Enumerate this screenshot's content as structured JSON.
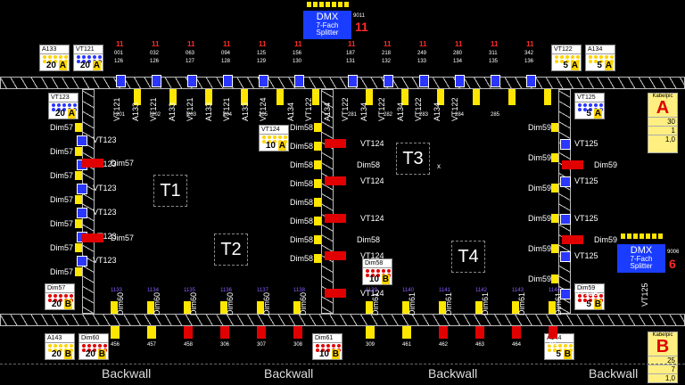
{
  "dmx_top": {
    "title": "DMX",
    "sub1": "7-Fach",
    "sub2": "Splitter",
    "addr": "9011",
    "num": "11"
  },
  "dmx_right": {
    "title": "DMX",
    "sub1": "7-Fach",
    "sub2": "Splitter",
    "addr": "9006",
    "num": "6"
  },
  "zones": [
    "T1",
    "T2",
    "T3",
    "T4"
  ],
  "zone_x_mark": "x",
  "backwall_label": "Backwall",
  "kabelpic_a": {
    "title": "Kabelpic",
    "letter": "A",
    "v1": "30",
    "v2": "1",
    "v3": "1,0"
  },
  "kabelpic_b": {
    "title": "Kabelpic",
    "letter": "B",
    "v1": "25",
    "v2": "7",
    "v3": "1,0"
  },
  "boxes": {
    "a133": {
      "name": "A133",
      "amp": "20",
      "unit": "A"
    },
    "vt121": {
      "name": "VT121",
      "amp": "20",
      "unit": "A"
    },
    "vt122": {
      "name": "VT122",
      "amp": "5",
      "unit": "A"
    },
    "a134": {
      "name": "A134",
      "amp": "5",
      "unit": "A"
    },
    "vt123": {
      "name": "VT123",
      "amp": "20",
      "unit": "A"
    },
    "vt125": {
      "name": "VT125",
      "amp": "5",
      "unit": "A"
    },
    "vt124": {
      "name": "VT124",
      "amp": "10",
      "unit": "A"
    },
    "dim57": {
      "name": "Dim57",
      "amp": "20",
      "unit": "B"
    },
    "dim58": {
      "name": "Dim58",
      "amp": "10",
      "unit": "B"
    },
    "dim59": {
      "name": "Dim59",
      "amp": "5",
      "unit": "B"
    },
    "a143": {
      "name": "A143",
      "amp": "20",
      "unit": "B"
    },
    "dim60": {
      "name": "Dim60",
      "amp": "20",
      "unit": "B"
    },
    "dim61": {
      "name": "Dim61",
      "amp": "10",
      "unit": "B"
    },
    "a144": {
      "name": "A144",
      "amp": "5",
      "unit": "B"
    }
  },
  "top_row": {
    "channels": [
      "001",
      "032",
      "063",
      "094",
      "125",
      "156",
      "187",
      "218",
      "249",
      "280",
      "311",
      "342"
    ],
    "circuits_a": [
      "126",
      "126",
      "127",
      "128",
      "129",
      "130",
      "131",
      "132",
      "133",
      "134",
      "135",
      "136"
    ],
    "circuits_b": [
      "201",
      "202",
      "203",
      "204",
      "205",
      "",
      "281",
      "282",
      "283",
      "284",
      "285",
      ""
    ],
    "vertical_labels": [
      "VT121",
      "A133",
      "VT121",
      "A133",
      "VT121",
      "A133",
      "VT121",
      "A133",
      "VT124",
      "A134",
      "VT122",
      "A134",
      "VT122",
      "A134",
      "VT122",
      "A134",
      "VT122",
      "A134",
      "VT122"
    ]
  },
  "left_col": {
    "dims": [
      "Dim57",
      "Dim57",
      "Dim57",
      "Dim57",
      "Dim57",
      "Dim57",
      "Dim57"
    ],
    "vts": [
      "VT123",
      "VT123",
      "VT123",
      "VT123",
      "VT123",
      "VT123"
    ]
  },
  "mid_col": {
    "dims": [
      "Dim58",
      "Dim58",
      "Dim58",
      "Dim58",
      "Dim58",
      "Dim58",
      "Dim58",
      "Dim58"
    ],
    "vts": [
      "VT124",
      "VT124",
      "VT124",
      "VT124",
      "VT124"
    ]
  },
  "right_col": {
    "dims": [
      "Dim59",
      "Dim59",
      "Dim59",
      "Dim59",
      "Dim59",
      "Dim59"
    ],
    "vts": [
      "VT125",
      "VT125",
      "VT125",
      "VT125",
      "VT125"
    ]
  },
  "bottom_row": {
    "dim_labels": [
      "Dim60",
      "Dim60",
      "Dim60",
      "Dim60",
      "Dim60",
      "Dim60",
      "Dim61",
      "Dim61",
      "Dim61",
      "Dim61",
      "Dim61",
      "Dim61"
    ],
    "chan_labels": [
      "456",
      "457",
      "458",
      "306",
      "307",
      "308",
      "309",
      "461",
      "462",
      "463",
      "464",
      "465"
    ],
    "addresses": [
      "1133",
      "1134",
      "1135",
      "1136",
      "1137",
      "1138",
      "1139",
      "1140",
      "1141",
      "1142",
      "1143",
      "1144"
    ]
  }
}
